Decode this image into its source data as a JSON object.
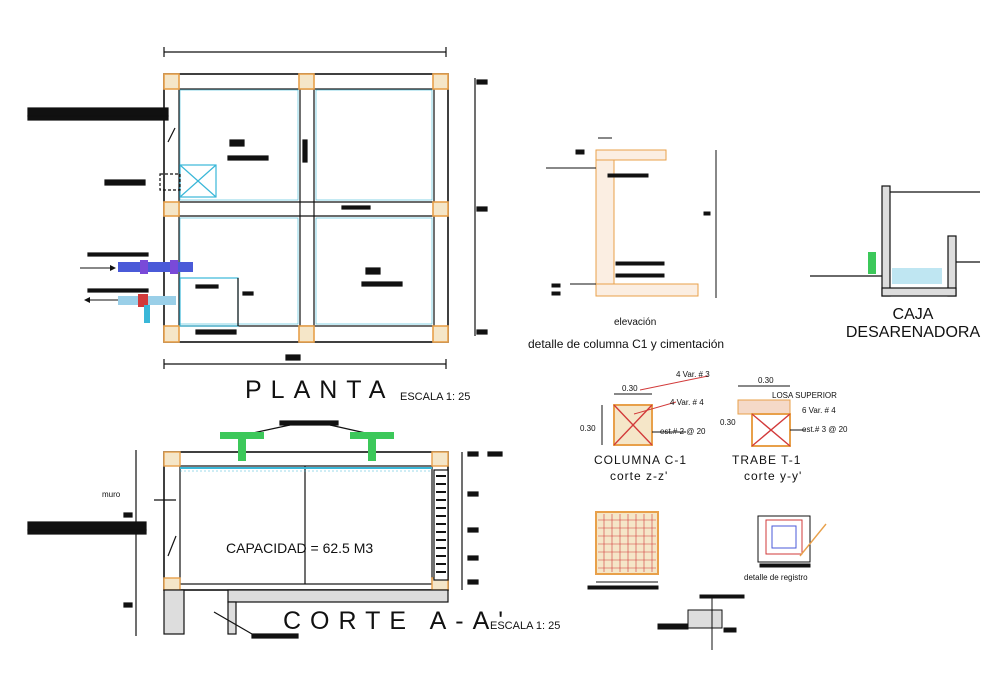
{
  "plan": {
    "title": "PLANTA",
    "scale": "ESCALA 1: 25"
  },
  "section": {
    "title": "CORTE A-A'",
    "scale": "ESCALA 1: 25",
    "capacity": "CAPACIDAD = 62.5 M3",
    "wall_label": "muro"
  },
  "column_detail": {
    "elevation_label": "elevación",
    "caption": "detalle de columna  C1 y cimentación"
  },
  "caja": {
    "line1": "CAJA",
    "line2": "DESARENADORA"
  },
  "columna": {
    "title": "COLUMNA C-1",
    "subtitle": "corte  z-z'",
    "dim_top": "0.30",
    "dim_side": "0.30",
    "bars_a": "4 Var. # 3",
    "bars_b": "4 Var. # 4",
    "stirrups": "est.# 2 @ 20"
  },
  "trabe": {
    "title": "TRABE  T-1",
    "subtitle": "corte y-y'",
    "dim_top": "0.30",
    "dim_side": "0.30",
    "slab": "LOSA SUPERIOR",
    "bars": "6 Var. # 4",
    "stirrups": "est.# 3 @ 20"
  },
  "registro": {
    "caption": "detalle de registro"
  },
  "colors": {
    "line": "#111111",
    "column": "#e8a04a",
    "water": "#3ab7d8",
    "pipe_blue": "#4a5ad8",
    "valve_green": "#3cc85a",
    "rebar_red": "#d23a3a"
  }
}
